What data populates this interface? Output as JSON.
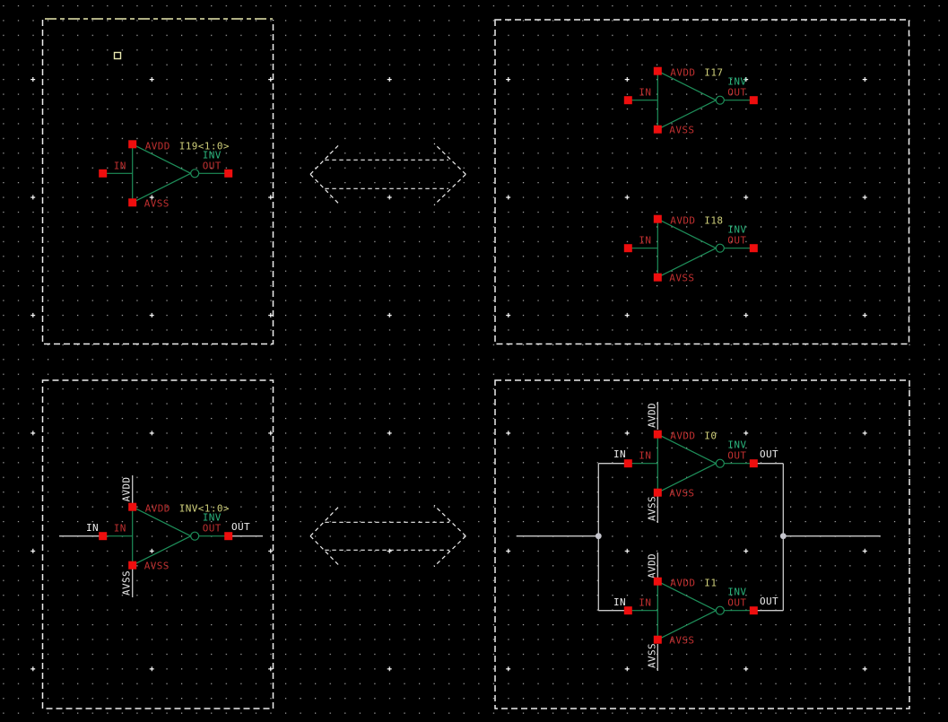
{
  "colors": {
    "background": "#000000",
    "device_green": "#1e8f5a",
    "text_green": "#2ab37c",
    "pin_red": "#ee0e0e",
    "text_red": "#c03030",
    "instance_yellow": "#cfcf7a",
    "select_cream": "#e9e9b0",
    "wire_white": "#c9c9c9",
    "label_white": "#ededed",
    "junction_gray": "#c4c4cc",
    "box_dash": "#ededed",
    "grid_dot": "#b4b4b4",
    "grid_major": "#ffffff"
  },
  "symbol_labels": {
    "avdd": "AVDD",
    "avss": "AVSS",
    "in": "IN",
    "out": "OUT",
    "inv": "INV"
  },
  "net_labels": {
    "in": "IN",
    "out": "OUT",
    "avdd": "AVDD",
    "avss": "AVSS"
  },
  "instances": [
    {
      "name": "I19<1:0>"
    },
    {
      "name": "I17"
    },
    {
      "name": "I18"
    },
    {
      "name": "INV<1:0>"
    },
    {
      "name": "I0"
    },
    {
      "name": "I1"
    }
  ]
}
